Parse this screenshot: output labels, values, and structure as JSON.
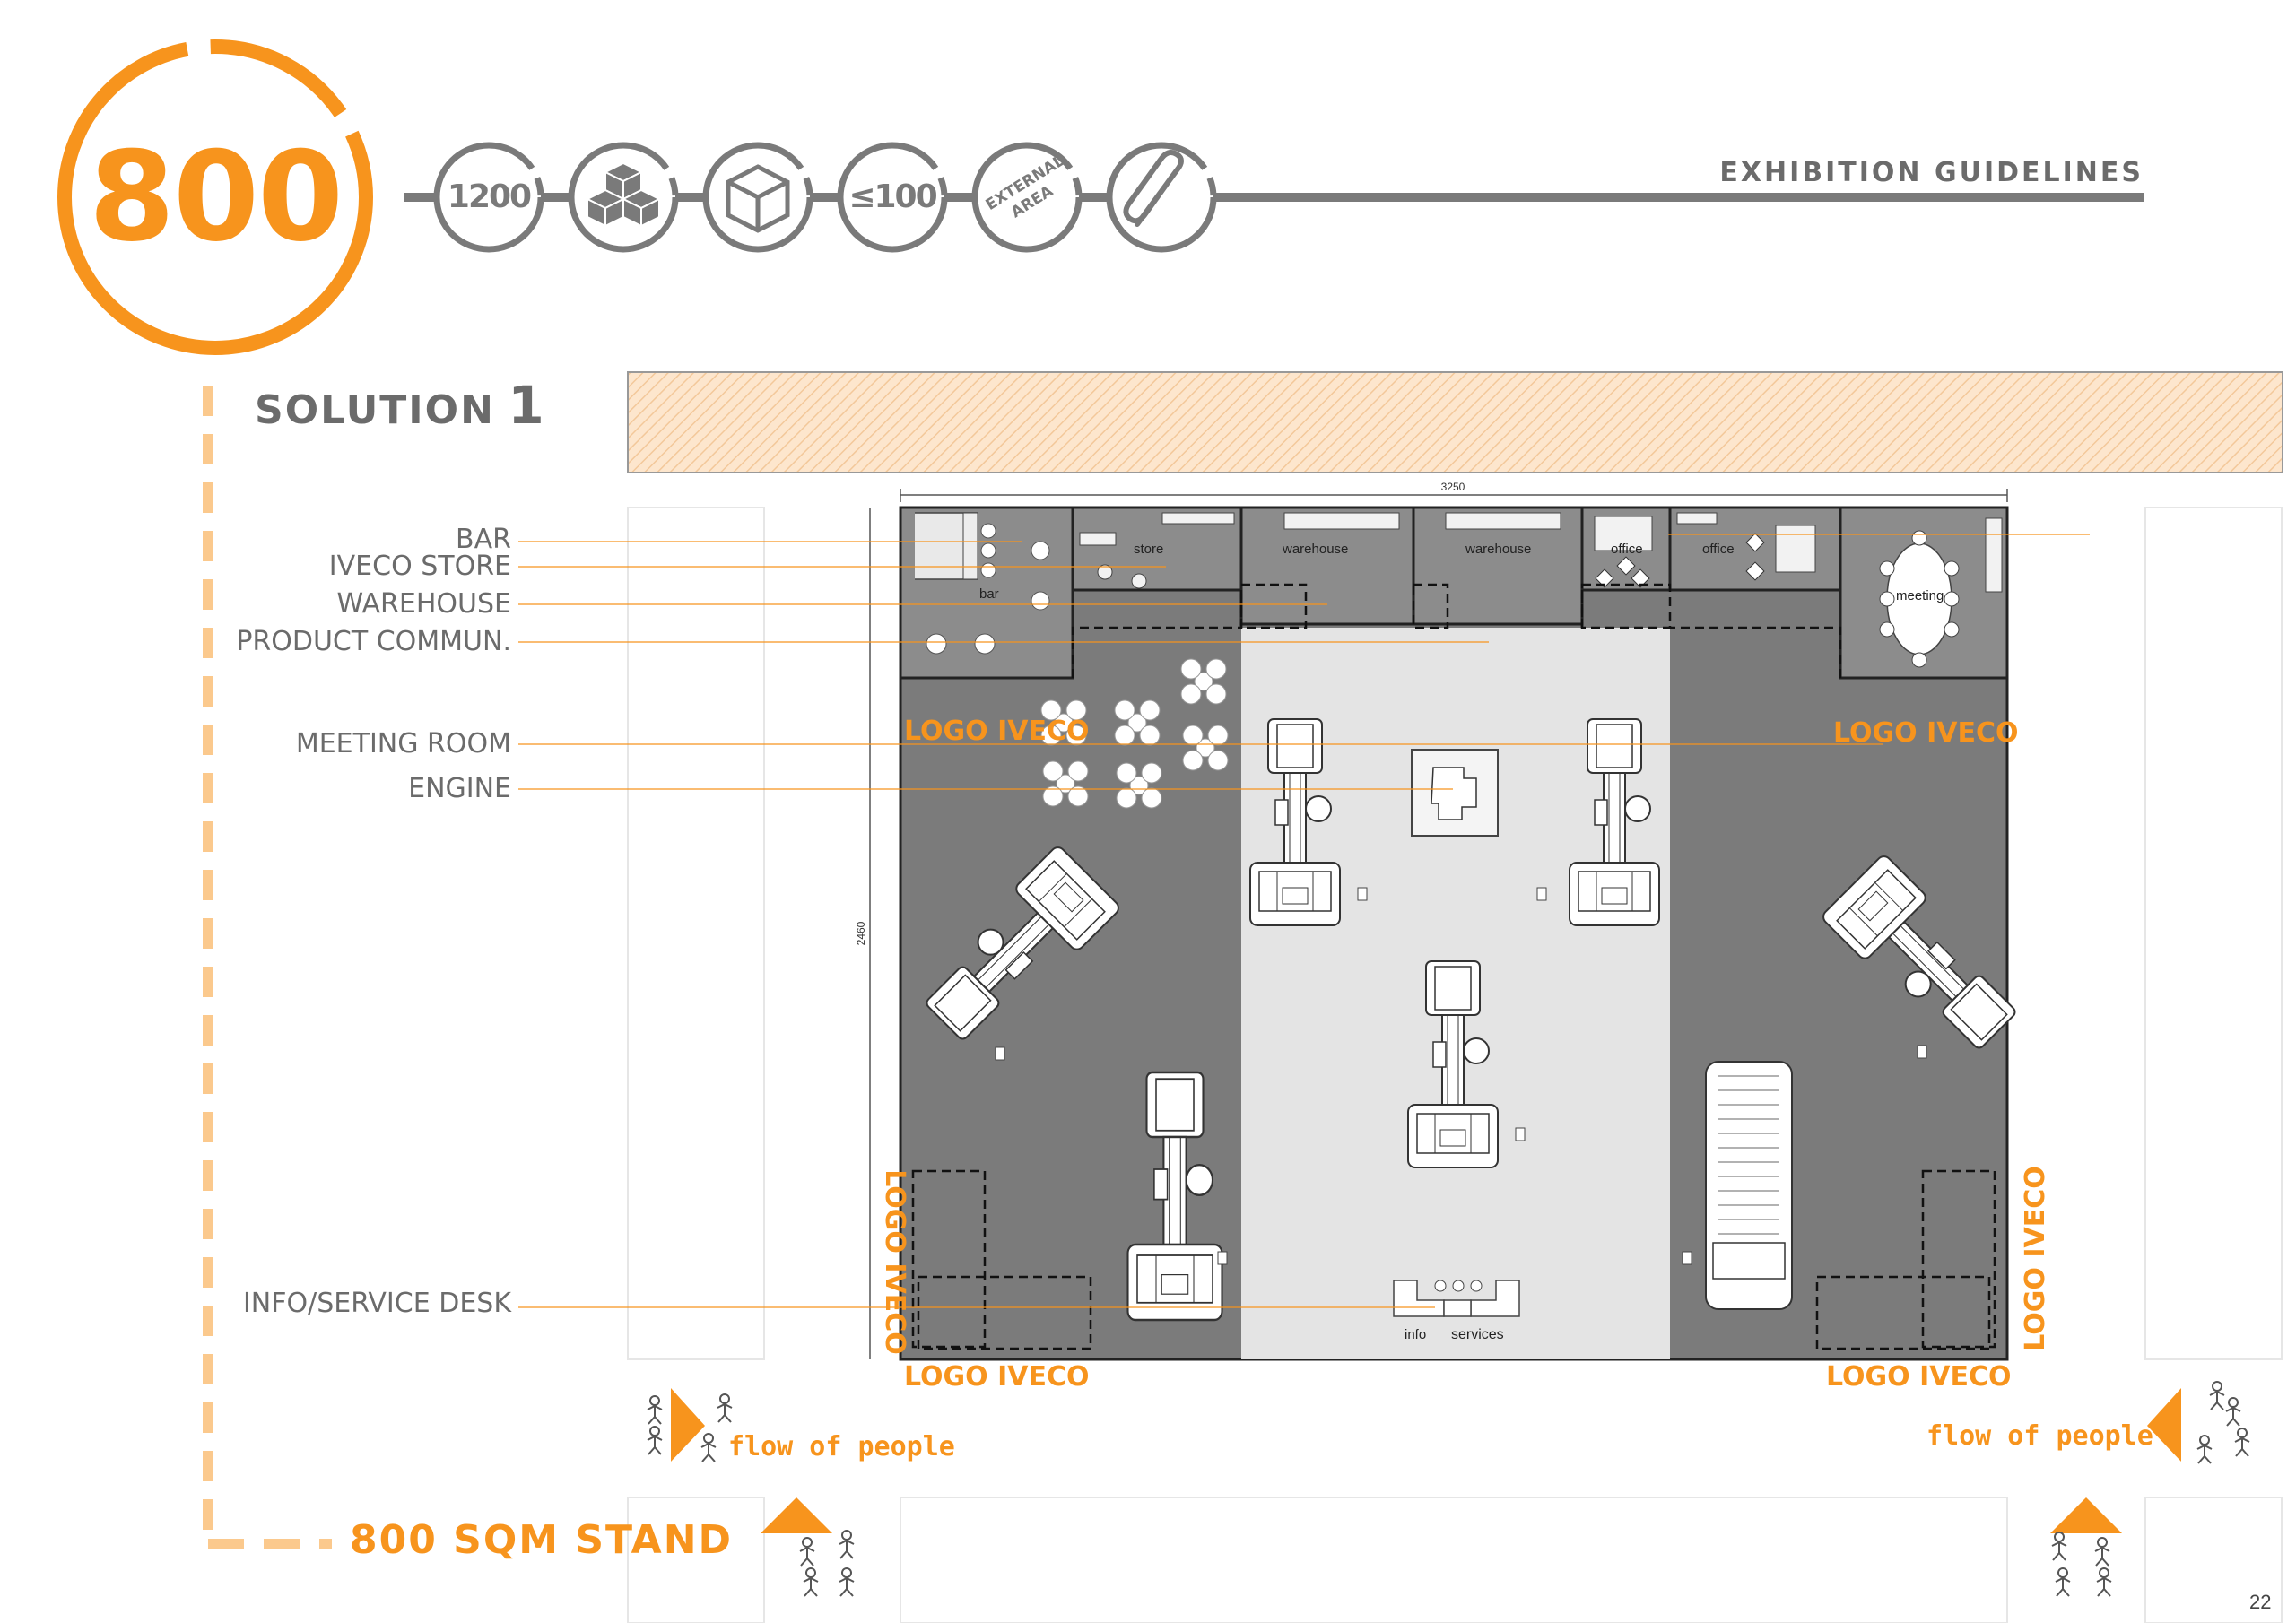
{
  "header": {
    "main_number": "800",
    "icons": [
      {
        "name": "1200-badge",
        "text": "1200"
      },
      {
        "name": "cubes-badge-icon",
        "text": ""
      },
      {
        "name": "cube-badge-icon",
        "text": ""
      },
      {
        "name": "le-100-badge",
        "text": "≤100"
      },
      {
        "name": "external-area-badge",
        "text": "EXTERNAL AREA"
      },
      {
        "name": "paperclip-badge-icon",
        "text": ""
      }
    ],
    "section_title": "EXHIBITION GUIDELINES"
  },
  "solution": {
    "label": "SOLUTION",
    "number": "1"
  },
  "callouts": [
    {
      "id": "bar",
      "label": "BAR"
    },
    {
      "id": "store",
      "label": "IVECO STORE"
    },
    {
      "id": "warehouse",
      "label": "WAREHOUSE"
    },
    {
      "id": "product",
      "label": "PRODUCT COMMUN."
    },
    {
      "id": "meeting",
      "label": "MEETING ROOM"
    },
    {
      "id": "engine",
      "label": "ENGINE"
    },
    {
      "id": "info",
      "label": "INFO/SERVICE DESK"
    }
  ],
  "plan": {
    "dim_width": "3250",
    "dim_height": "2460",
    "rooms": {
      "bar": "bar",
      "store": "store",
      "warehouse1": "warehouse",
      "warehouse2": "warehouse",
      "office1": "office",
      "office2": "office",
      "meeting": "meeting",
      "info": "info",
      "services": "services"
    },
    "logo": "LOGO IVECO"
  },
  "flow_label": "flow of people",
  "footer": {
    "stand_label": "800 SQM STAND",
    "page_number": "22"
  },
  "colors": {
    "accent": "#f7941d",
    "gray_dark": "#7a7a7a",
    "gray_light": "#e3e3e3",
    "text_gray": "#6b6b6b"
  }
}
